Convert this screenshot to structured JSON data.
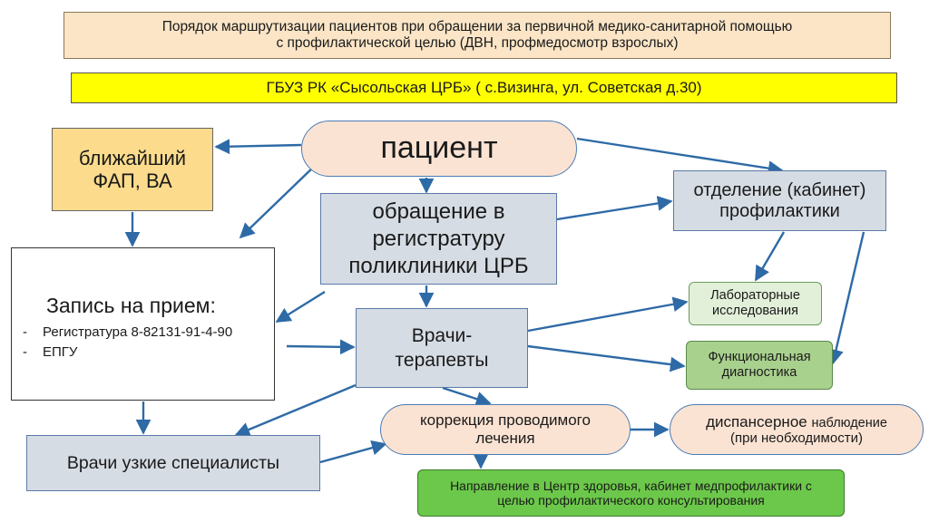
{
  "title": {
    "line1": "Порядок маршрутизации пациентов при обращении за первичной медико-санитарной помощью",
    "line2": "с профилактической целью (ДВН, профмедосмотр взрослых)"
  },
  "organization": "ГБУЗ РК «Сысольская ЦРБ»  ( с.Визинга, ул. Советская д.30)",
  "nodes": {
    "patient": "пациент",
    "fap": {
      "line1": "ближайший",
      "line2": "ФАП, ВА"
    },
    "registry": {
      "line1": "обращение в",
      "line2": "регистратуру",
      "line3": "поликлиники ЦРБ"
    },
    "prevention": {
      "line1": "отделение (кабинет)",
      "line2": "профилактики"
    },
    "appointment": {
      "heading": "Запись на прием:",
      "items": [
        "Регистратура 8-82131-91-4-90",
        "ЕПГУ"
      ]
    },
    "therapists": {
      "line1": "Врачи-",
      "line2": "терапевты"
    },
    "lab": {
      "line1": "Лабораторные",
      "line2": "исследования"
    },
    "functional": {
      "line1": "Функциональная",
      "line2": "диагностика"
    },
    "specialists": "Врачи узкие специалисты",
    "correction": {
      "line1": "коррекция проводимого",
      "line2": "лечения"
    },
    "dispensary": {
      "line1a": "диспансерное",
      "line1b": "наблюдение",
      "line2": "(при необходимости)"
    },
    "referral": {
      "line1": "Направление в Центр здоровья, кабинет медпрофилактики с",
      "line2": "целью профилактического консультирования"
    }
  },
  "colors": {
    "title_bg": "#fbe5c6",
    "org_bg": "#ffff00",
    "patient_bg": "#fbe3d3",
    "fap_bg": "#fcdc8c",
    "process_bg": "#d6dce4",
    "lab_bg": "#e2f0d9",
    "functional_bg": "#a9d18e",
    "referral_bg": "#6cc84a",
    "arrow": "#2e6aa6"
  }
}
